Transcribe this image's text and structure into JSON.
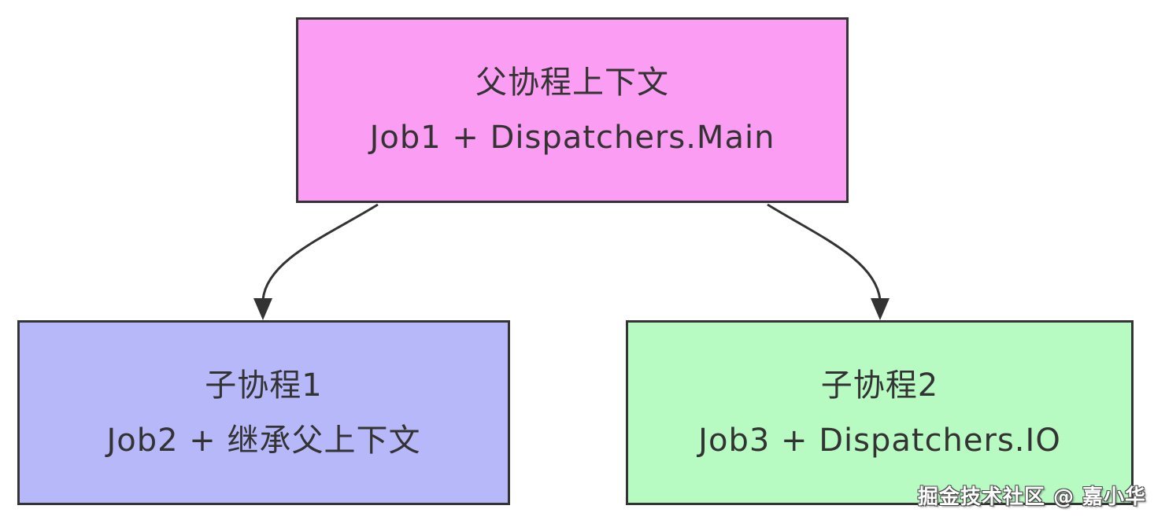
{
  "diagram": {
    "type": "flowchart",
    "background": "#ffffff",
    "border_color": "#343434",
    "text_color": "#333333",
    "connector_color": "#333333"
  },
  "nodes": {
    "parent": {
      "title": "父协程上下文",
      "subtitle": "Job1 + Dispatchers.Main",
      "fill": "#fb9df2"
    },
    "child1": {
      "title": "子协程1",
      "subtitle": "Job2 + 继承父上下文",
      "fill": "#b7b8f9"
    },
    "child2": {
      "title": "子协程2",
      "subtitle": "Job3 + Dispatchers.IO",
      "fill": "#b8fbc2"
    }
  },
  "edges": [
    {
      "from": "parent",
      "to": "child1"
    },
    {
      "from": "parent",
      "to": "child2"
    }
  ],
  "watermark": {
    "text": "掘金技术社区 @ 嘉小华"
  }
}
